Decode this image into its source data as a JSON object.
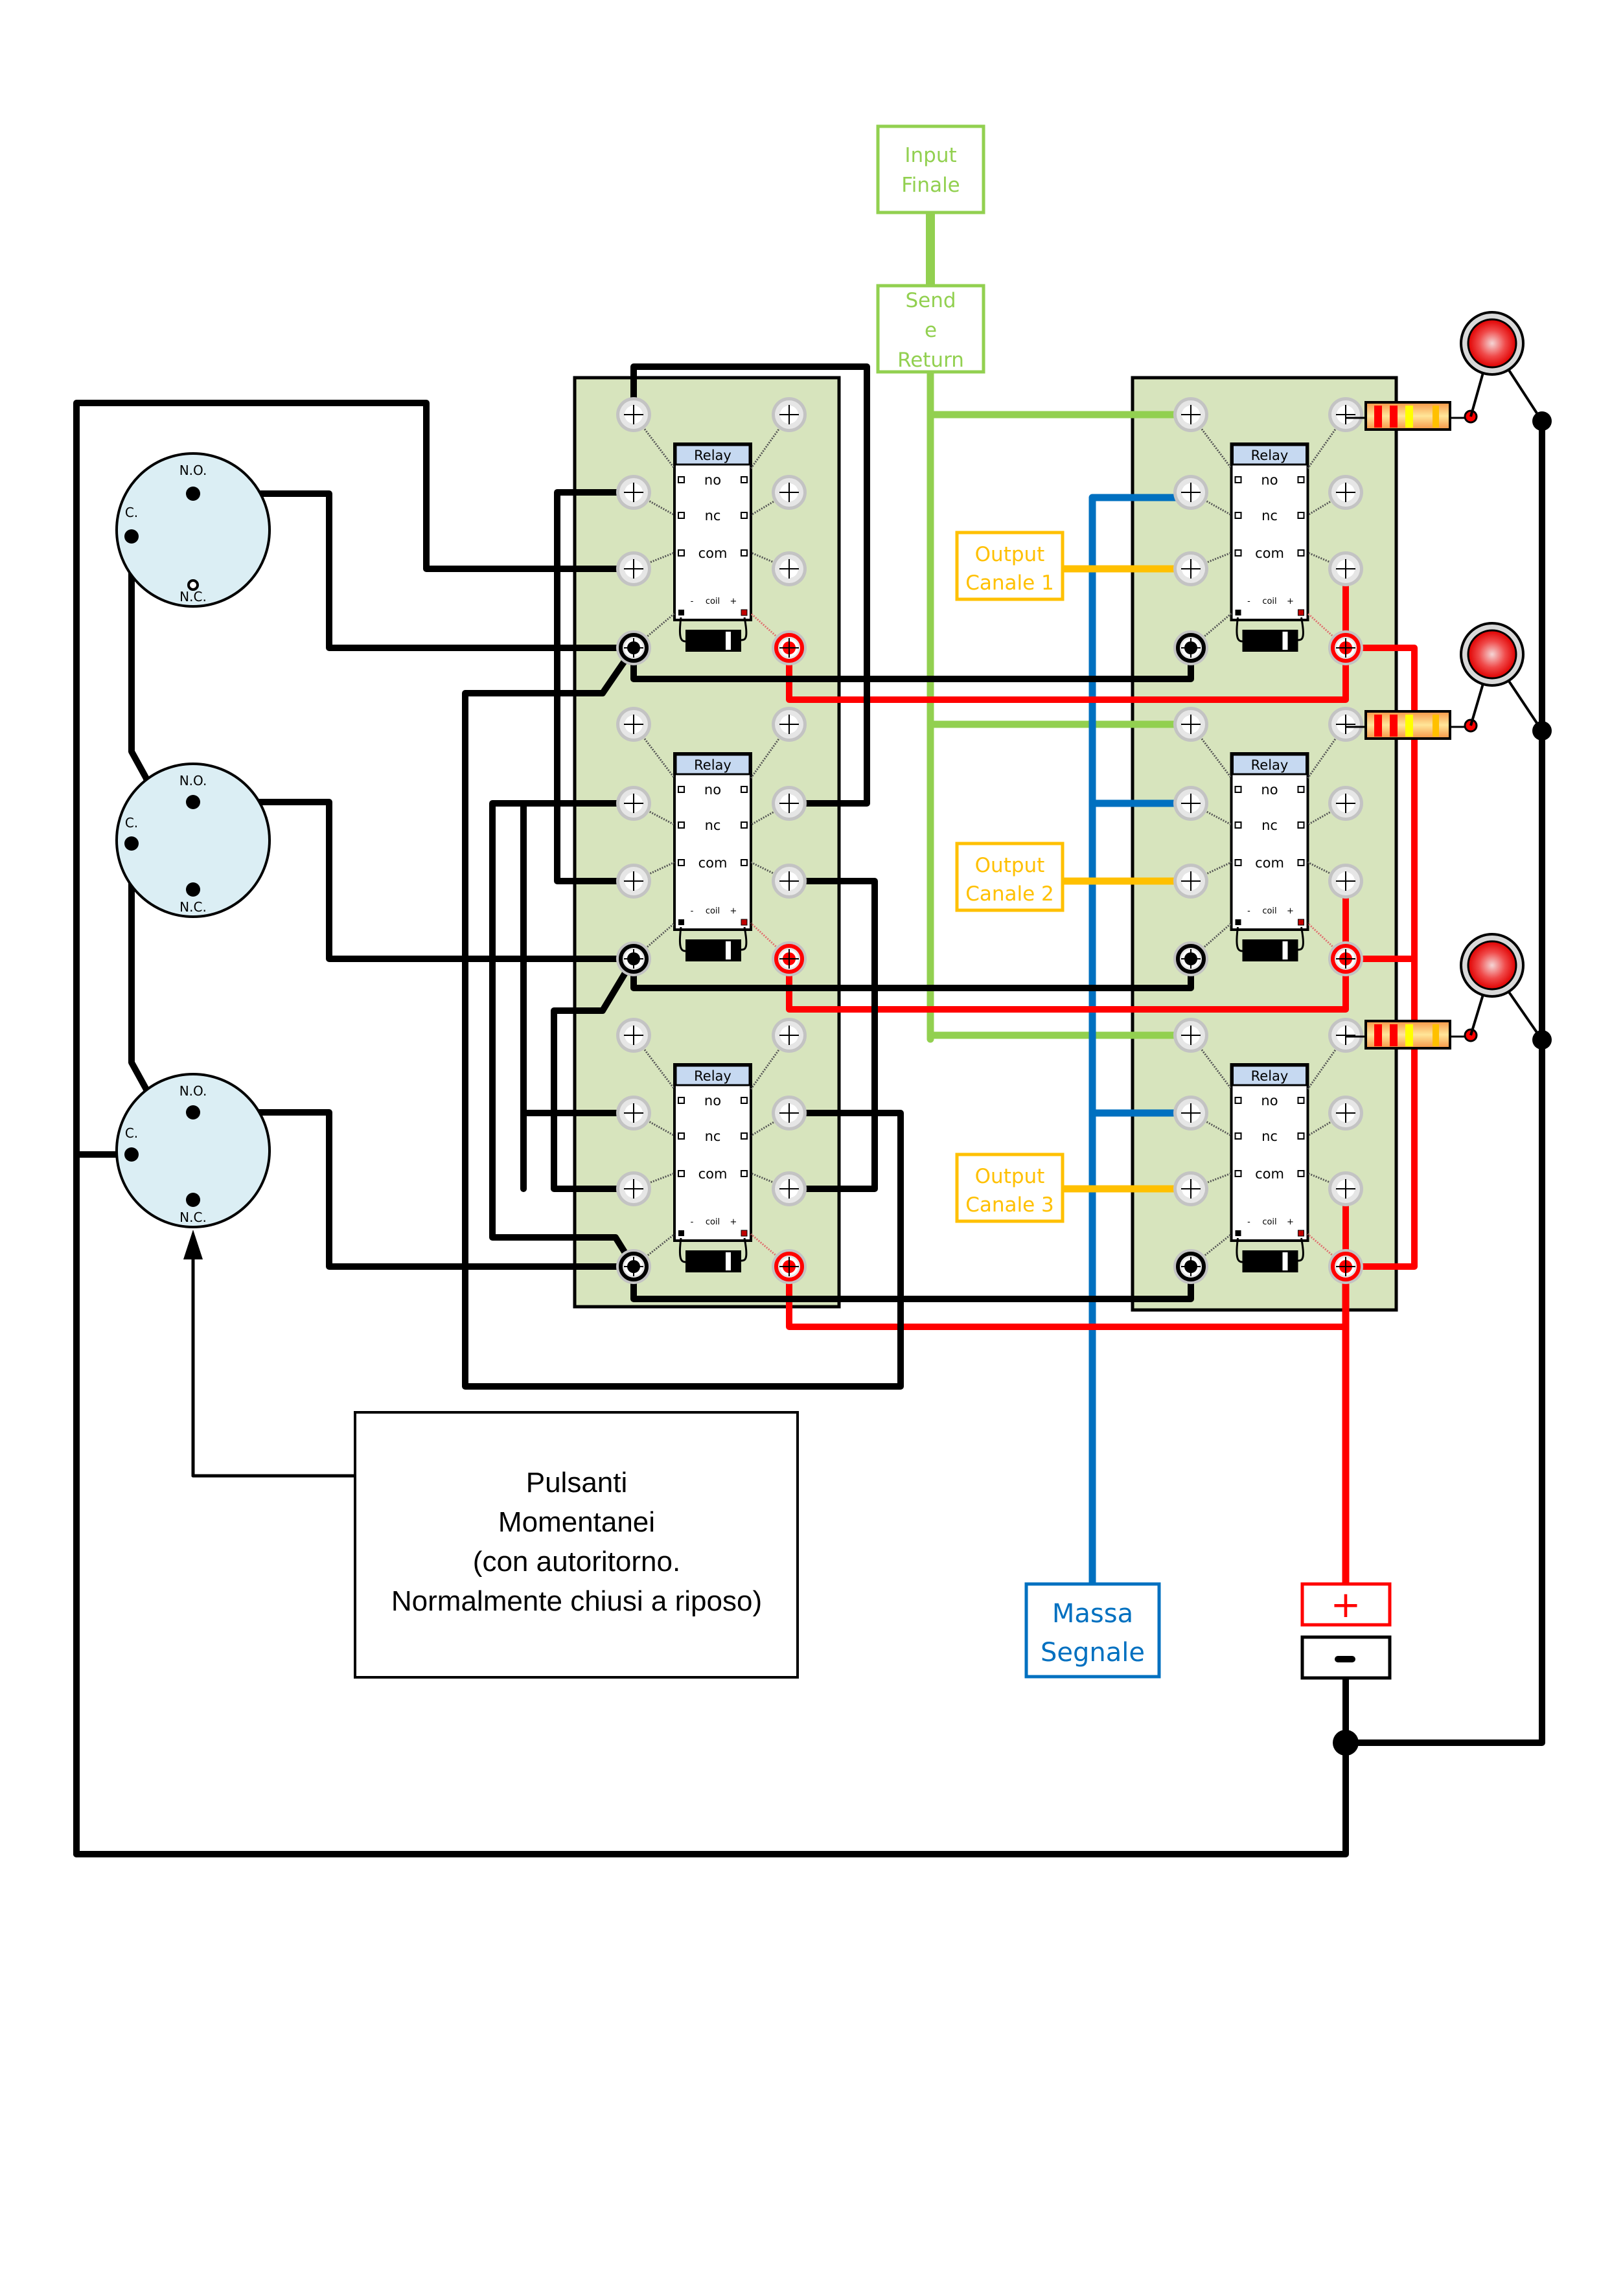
{
  "title": "Relay channel switcher wiring diagram",
  "colors": {
    "board": "#d7e4bd",
    "relay_header": "#c6d9f1",
    "switch_fill": "#dbeef4",
    "wire_black": "#000000",
    "wire_red": "#ff0000",
    "wire_green": "#92d050",
    "wire_blue": "#0070c0",
    "wire_yellow": "#ffc000"
  },
  "labels": {
    "input_finale": [
      "Input",
      "Finale"
    ],
    "send_return": [
      "Send",
      "e",
      "Return"
    ],
    "outputs": [
      [
        "Output",
        "Canale 1"
      ],
      [
        "Output",
        "Canale 2"
      ],
      [
        "Output",
        "Canale 3"
      ]
    ],
    "massa_segnale": [
      "Massa",
      "Segnale"
    ],
    "power_plus": "+",
    "power_minus": "−",
    "pulsanti_note": [
      "Pulsanti",
      "Momentanei",
      "(con autoritorno.",
      "Normalmente chiusi a riposo)"
    ]
  },
  "relay": {
    "title": "Relay",
    "pins": [
      "no",
      "nc",
      "com"
    ],
    "coil_minus": "-",
    "coil_label": "coil",
    "coil_plus": "+"
  },
  "switch": {
    "no": "N.O.",
    "c": "C.",
    "nc": "N.C."
  },
  "boards": [
    {
      "name": "left-relay-board",
      "relays": 3
    },
    {
      "name": "right-relay-board",
      "relays": 3
    }
  ],
  "switches": [
    {
      "name": "switch-1",
      "state": "open"
    },
    {
      "name": "switch-2",
      "state": "closed-nc"
    },
    {
      "name": "switch-3",
      "state": "closed-nc"
    }
  ],
  "leds": [
    {
      "name": "led-1",
      "color": "red"
    },
    {
      "name": "led-2",
      "color": "red"
    },
    {
      "name": "led-3",
      "color": "red"
    }
  ]
}
